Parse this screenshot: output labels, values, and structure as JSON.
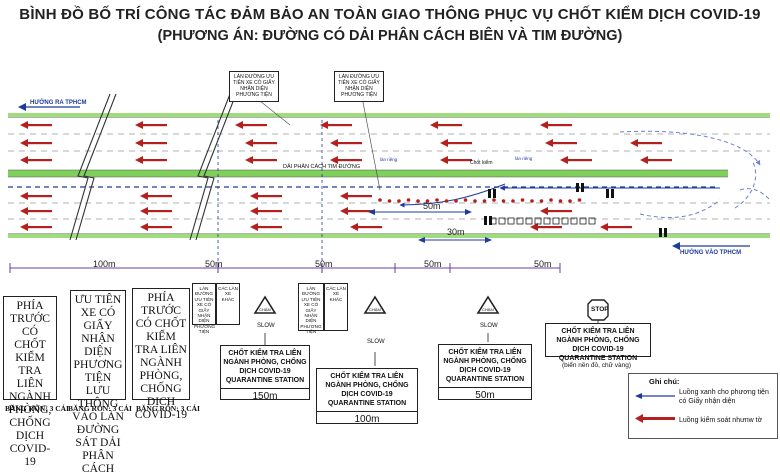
{
  "title": {
    "line1": "BÌNH ĐỒ BỐ TRÍ CÔNG TÁC ĐẢM BẢO AN TOÀN GIAO THÔNG PHỤC VỤ CHỐT KIỂM DỊCH COVID-19",
    "line2": "(PHƯƠNG ÁN: ĐƯỜNG CÓ DẢI PHÂN CÁCH BIÊN VÀ TIM ĐƯỜNG)"
  },
  "road": {
    "direction_out": "HƯỚNG RA TPHCM",
    "direction_in": "HƯỚNG VÀO TPHCM",
    "median_label": "DẢI PHÂN CÁCH TIM ĐƯỜNG",
    "priority_lane_1": "LÀN ĐƯỜNG ƯU TIÊN XE CÓ GIẤY NHẬN DIỆN PHƯƠNG TIỆN",
    "priority_lane_2": "LÀN ĐƯỜNG ƯU TIÊN XE CÓ GIẤY NHẬN DIỆN PHƯƠNG TIỆN",
    "checkpoint_label": "Chốt kiểm",
    "lane_marker": "làn riêng",
    "dist_50m_road": "50m",
    "dist_30m_road": "30m"
  },
  "distances": [
    "100m",
    "50m",
    "50m",
    "50m",
    "50m"
  ],
  "boards": [
    {
      "text": "PHÍA TRƯỚC CÓ CHỐT KIỂM TRA LIÊN NGÀNH PHÒNG, CHỐNG DỊCH COVID-19",
      "caption": "BĂNG RÔN: 3 CÁI"
    },
    {
      "text": "ƯU TIÊN XE CÓ GIẤY NHẬN DIỆN PHƯƠNG TIỆN LƯU THÔNG VÀO LÀN ĐƯỜNG SÁT DẢI PHÂN CÁCH",
      "caption": "BĂNG RÔN: 3 CÁI"
    },
    {
      "text": "PHÍA TRƯỚC CÓ CHỐT KIỂM TRA LIÊN NGÀNH PHÒNG, CHỐNG DỊCH COVID-19",
      "caption": "BĂNG RÔN: 3 CÁI"
    }
  ],
  "small_signs": [
    {
      "text": "LÀN ĐƯỜNG ƯU TIÊN XE CÓ GIẤY NHẬN DIỆN PHƯƠNG TIỆN"
    },
    {
      "text": "CÁC LÀN XE KHÁC"
    },
    {
      "text": "LÀN ĐƯỜNG ƯU TIÊN XE CÓ GIẤY NHẬN DIỆN PHƯƠNG TIỆN"
    },
    {
      "text": "CÁC LÀN XE KHÁC"
    }
  ],
  "traffic_signs": {
    "cham": "CHẬM",
    "slow": "SLOW",
    "stop": "STOP"
  },
  "stations": [
    {
      "text": "CHỐT KIỂM TRA LIÊN NGÀNH PHÒNG, CHỐNG DỊCH COVID-19",
      "en": "QUARANTINE STATION",
      "dist": "150m"
    },
    {
      "text": "CHỐT KIỂM TRA LIÊN NGÀNH PHÒNG, CHỐNG DỊCH COVID-19",
      "en": "QUARANTINE STATION",
      "dist": "100m"
    },
    {
      "text": "CHỐT KIỂM TRA LIÊN NGÀNH PHÒNG, CHỐNG DỊCH COVID-19",
      "en": "QUARANTINE STATION",
      "dist": "50m"
    },
    {
      "text": "CHỐT KIỂM TRA LIÊN NGÀNH PHÒNG, CHỐNG DỊCH COVID-19",
      "en": "QUARANTINE STATION",
      "note": "(biển nền đỏ, chữ vàng)"
    }
  ],
  "legend": {
    "title": "Ghi chú:",
    "item1": "Luồng xanh cho phương tiện có Giấy nhận diện",
    "item2": "Luồng kiểm soát nhưnw tờ"
  },
  "colors": {
    "arrow": "#b3201d",
    "median_green": "#7fd05a",
    "blue": "#1f3a9c",
    "dim_line": "#6b3fa0",
    "dashed_flow": "#6d7fd6"
  }
}
